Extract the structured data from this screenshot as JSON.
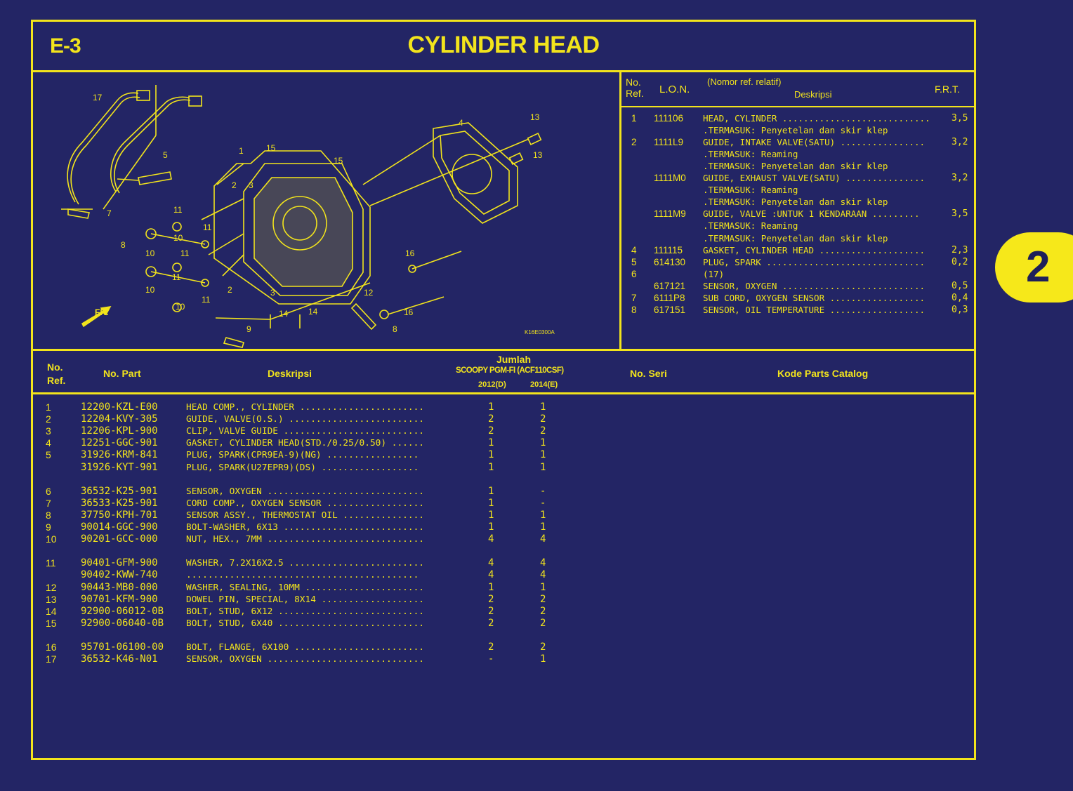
{
  "header": {
    "code": "E-3",
    "title": "CYLINDER HEAD"
  },
  "diagram": {
    "labels": [
      "17",
      "5",
      "1",
      "15",
      "15",
      "4",
      "13",
      "13",
      "2",
      "3",
      "11",
      "11",
      "10",
      "10",
      "11",
      "10",
      "8",
      "7",
      "10",
      "11",
      "2",
      "3",
      "12",
      "14",
      "14",
      "9",
      "8",
      "16",
      "16",
      "FR.",
      "11"
    ],
    "figure_code": "K16E0300A"
  },
  "lon_table": {
    "headers": {
      "ref": "No.\nRef.",
      "lon": "L.O.N.",
      "desc_top": "(Nomor ref. relatif)",
      "desc": "Deskripsi",
      "frt": "F.R.T."
    },
    "rows": [
      {
        "ref": "1",
        "lon": "111106",
        "desc": "HEAD, CYLINDER ............................",
        "frt": "3,5"
      },
      {
        "ref": "",
        "lon": "",
        "desc": ".TERMASUK: Penyetelan dan skir klep",
        "frt": ""
      },
      {
        "ref": "2",
        "lon": "1111L9",
        "desc": "GUIDE, INTAKE VALVE(SATU) ................",
        "frt": "3,2"
      },
      {
        "ref": "",
        "lon": "",
        "desc": ".TERMASUK: Reaming",
        "frt": ""
      },
      {
        "ref": "",
        "lon": "",
        "desc": ".TERMASUK: Penyetelan dan skir klep",
        "frt": ""
      },
      {
        "ref": "",
        "lon": "1111M0",
        "desc": "GUIDE, EXHAUST VALVE(SATU) ...............",
        "frt": "3,2"
      },
      {
        "ref": "",
        "lon": "",
        "desc": ".TERMASUK: Reaming",
        "frt": ""
      },
      {
        "ref": "",
        "lon": "",
        "desc": ".TERMASUK: Penyetelan dan skir klep",
        "frt": ""
      },
      {
        "ref": "",
        "lon": "1111M9",
        "desc": "GUIDE, VALVE :UNTUK 1 KENDARAAN .........",
        "frt": "3,5"
      },
      {
        "ref": "",
        "lon": "",
        "desc": ".TERMASUK: Reaming",
        "frt": ""
      },
      {
        "ref": "",
        "lon": "",
        "desc": ".TERMASUK: Penyetelan dan skir klep",
        "frt": ""
      },
      {
        "ref": "4",
        "lon": "111115",
        "desc": "GASKET, CYLINDER HEAD ....................",
        "frt": "2,3"
      },
      {
        "ref": "5",
        "lon": "614130",
        "desc": "PLUG, SPARK ..............................",
        "frt": "0,2"
      },
      {
        "ref": "6",
        "lon": "",
        "desc": "(17)",
        "frt": ""
      },
      {
        "ref": "",
        "lon": "617121",
        "desc": "SENSOR, OXYGEN ...........................",
        "frt": "0,5"
      },
      {
        "ref": "7",
        "lon": "6111P8",
        "desc": "SUB CORD, OXYGEN SENSOR ..................",
        "frt": "0,4"
      },
      {
        "ref": "8",
        "lon": "617151",
        "desc": "SENSOR, OIL TEMPERATURE ..................",
        "frt": "0,3"
      }
    ]
  },
  "parts_table": {
    "headers": {
      "ref": "No.\nRef.",
      "part": "No. Part",
      "desc": "Deskripsi",
      "qty_title": "Jumlah",
      "model": "SCOOPY PGM-FI (ACF110CSF)",
      "year1": "2012(D)",
      "year2": "2014(E)",
      "serial": "No. Seri",
      "catalog": "Kode Parts Catalog"
    },
    "rows": [
      {
        "ref": "1",
        "part": "12200-KZL-E00",
        "desc": "HEAD COMP., CYLINDER .......................",
        "q1": "1",
        "q2": "1"
      },
      {
        "ref": "2",
        "part": "12204-KVY-305",
        "desc": "GUIDE, VALVE(O.S.) .........................",
        "q1": "2",
        "q2": "2"
      },
      {
        "ref": "3",
        "part": "12206-KPL-900",
        "desc": "CLIP, VALVE GUIDE ..........................",
        "q1": "2",
        "q2": "2"
      },
      {
        "ref": "4",
        "part": "12251-GGC-901",
        "desc": "GASKET, CYLINDER HEAD(STD./0.25/0.50) ......",
        "q1": "1",
        "q2": "1"
      },
      {
        "ref": "5",
        "part": "31926-KRM-841",
        "desc": "PLUG, SPARK(CPR9EA-9)(NG)  .................",
        "q1": "1",
        "q2": "1"
      },
      {
        "ref": "",
        "part": "31926-KYT-901",
        "desc": "PLUG, SPARK(U27EPR9)(DS)  ..................",
        "q1": "1",
        "q2": "1"
      },
      {
        "ref": "6",
        "part": "36532-K25-901",
        "desc": "SENSOR, OXYGEN .............................",
        "q1": "1",
        "q2": "-"
      },
      {
        "ref": "7",
        "part": "36533-K25-901",
        "desc": "CORD COMP., OXYGEN SENSOR ..................",
        "q1": "1",
        "q2": "-"
      },
      {
        "ref": "8",
        "part": "37750-KPH-701",
        "desc": "SENSOR ASSY., THERMOSTAT OIL ...............",
        "q1": "1",
        "q2": "1"
      },
      {
        "ref": "9",
        "part": "90014-GGC-900",
        "desc": "BOLT-WASHER, 6X13 ..........................",
        "q1": "1",
        "q2": "1"
      },
      {
        "ref": "10",
        "part": "90201-GCC-000",
        "desc": "NUT, HEX., 7MM .............................",
        "q1": "4",
        "q2": "4"
      },
      {
        "ref": "11",
        "part": "90401-GFM-900",
        "desc": "WASHER, 7.2X16X2.5 .........................",
        "q1": "4",
        "q2": "4"
      },
      {
        "ref": "",
        "part": "90402-KWW-740",
        "desc": "...........................................",
        "q1": "4",
        "q2": "4"
      },
      {
        "ref": "12",
        "part": "90443-MB0-000",
        "desc": "WASHER, SEALING, 10MM ......................",
        "q1": "1",
        "q2": "1"
      },
      {
        "ref": "13",
        "part": "90701-KFM-900",
        "desc": "DOWEL PIN, SPECIAL, 8X14 ...................",
        "q1": "2",
        "q2": "2"
      },
      {
        "ref": "14",
        "part": "92900-06012-0B",
        "desc": "BOLT, STUD, 6X12 ...........................",
        "q1": "2",
        "q2": "2"
      },
      {
        "ref": "15",
        "part": "92900-06040-0B",
        "desc": "BOLT, STUD, 6X40 ...........................",
        "q1": "2",
        "q2": "2"
      },
      {
        "ref": "16",
        "part": "95701-06100-00",
        "desc": "BOLT, FLANGE, 6X100 ........................",
        "q1": "2",
        "q2": "2"
      },
      {
        "ref": "17",
        "part": "36532-K46-N01",
        "desc": "SENSOR, OXYGEN .............................",
        "q1": "-",
        "q2": "1"
      }
    ]
  },
  "side_tab": {
    "label": "2"
  },
  "colors": {
    "background": "#232565",
    "line": "#f2e41c",
    "tab": "#f6e81a"
  }
}
